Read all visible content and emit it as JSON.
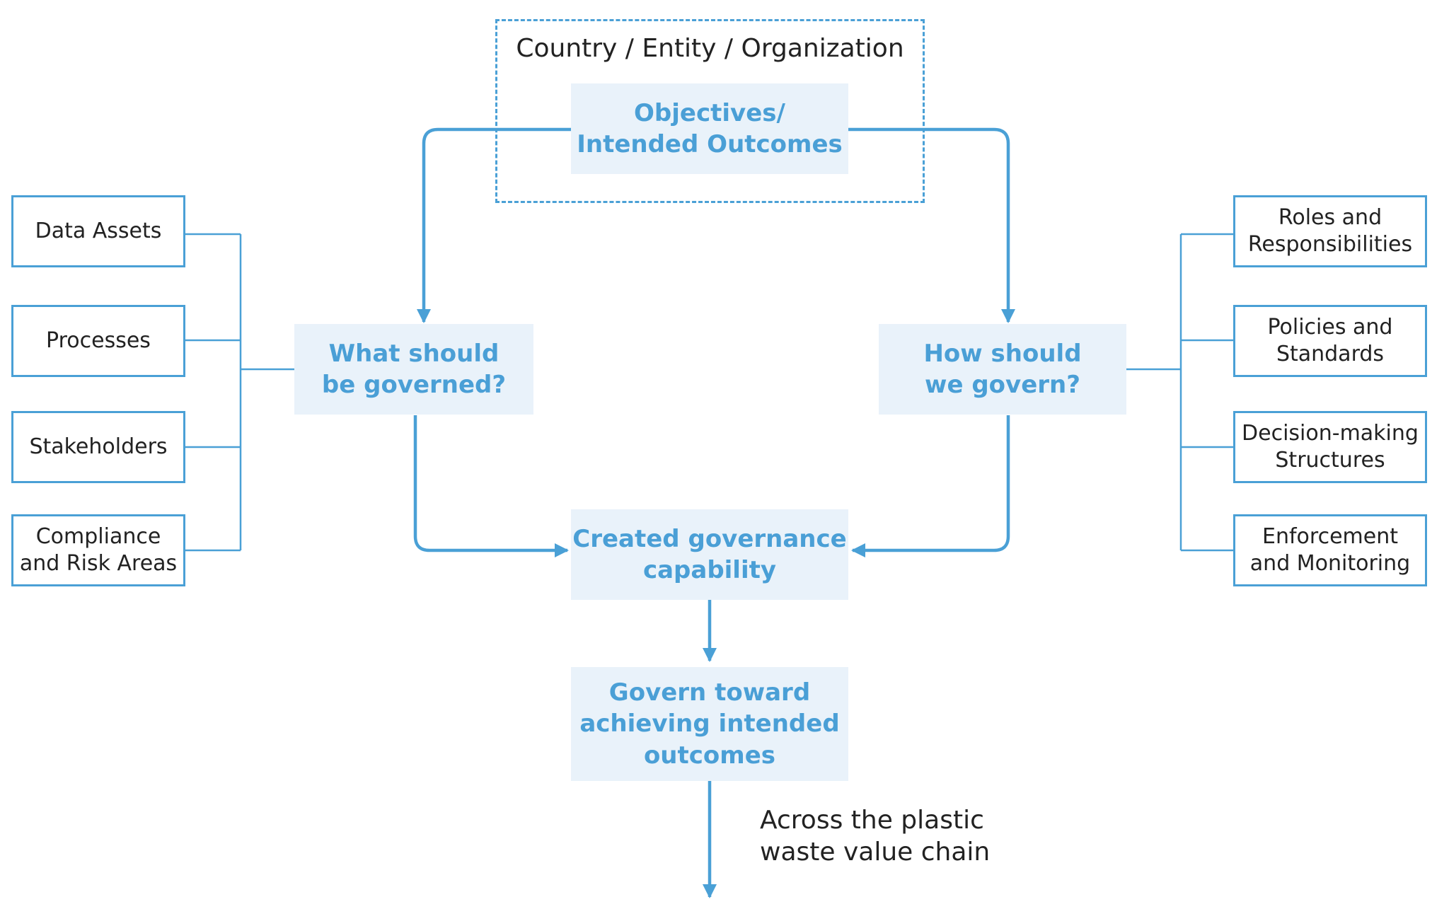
{
  "entity_label": "Country / Entity / Organization",
  "objectives": "Objectives/\nIntended Outcomes",
  "what_question": "What should\nbe governed?",
  "how_question": "How should\nwe govern?",
  "capability": "Created governance\ncapability",
  "govern_toward": "Govern toward\nachieving intended\noutcomes",
  "value_chain_note": "Across the plastic\nwaste value chain",
  "what_items": [
    "Data Assets",
    "Processes",
    "Stakeholders",
    "Compliance\nand Risk Areas"
  ],
  "how_items": [
    "Roles and\nResponsibilities",
    "Policies and\nStandards",
    "Decision-making\nStructures",
    "Enforcement\nand Monitoring"
  ],
  "colors": {
    "accent": "#4aa0d6",
    "core_fill": "#e9f2fa",
    "text": "#222222"
  }
}
